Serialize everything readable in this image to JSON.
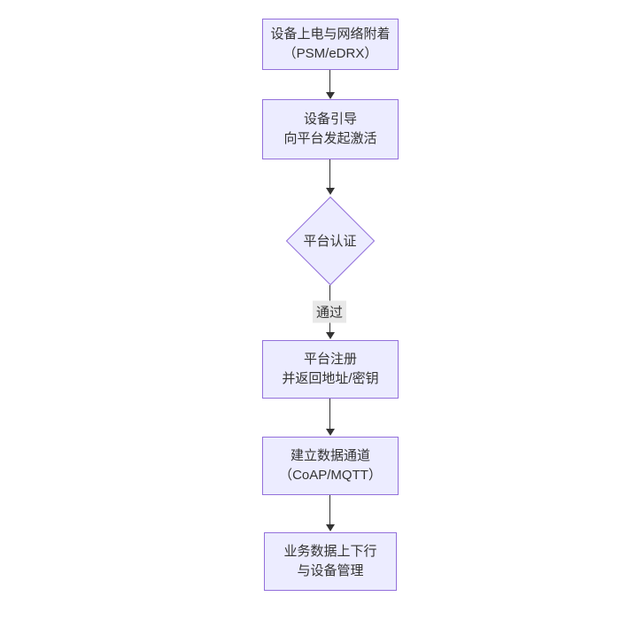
{
  "page": {
    "background": "#ffffff"
  },
  "theme": {
    "node_fill": "#ECECFF",
    "node_border": "#9370DB",
    "edge_color": "#333333",
    "text_color": "#333333",
    "edge_label_background": "#e8e8e8"
  },
  "flowchart": {
    "type": "top-down-flowchart",
    "nodes": [
      {
        "id": "power-on",
        "shape": "rect",
        "lines": [
          "设备上电与网络附着",
          "（PSM/eDRX）"
        ]
      },
      {
        "id": "bootstrap",
        "shape": "rect",
        "lines": [
          "设备引导",
          "向平台发起激活"
        ]
      },
      {
        "id": "platform-auth",
        "shape": "diamond",
        "lines": [
          "平台认证"
        ]
      },
      {
        "id": "platform-reg",
        "shape": "rect",
        "lines": [
          "平台注册",
          "并返回地址/密钥"
        ]
      },
      {
        "id": "data-channel",
        "shape": "rect",
        "lines": [
          "建立数据通道",
          "（CoAP/MQTT）"
        ]
      },
      {
        "id": "business-data",
        "shape": "rect",
        "lines": [
          "业务数据上下行",
          "与设备管理"
        ]
      }
    ],
    "edges": [
      {
        "from": "power-on",
        "to": "bootstrap",
        "label": ""
      },
      {
        "from": "bootstrap",
        "to": "platform-auth",
        "label": ""
      },
      {
        "from": "platform-auth",
        "to": "platform-reg",
        "label": "通过"
      },
      {
        "from": "platform-reg",
        "to": "data-channel",
        "label": ""
      },
      {
        "from": "data-channel",
        "to": "business-data",
        "label": ""
      }
    ]
  }
}
